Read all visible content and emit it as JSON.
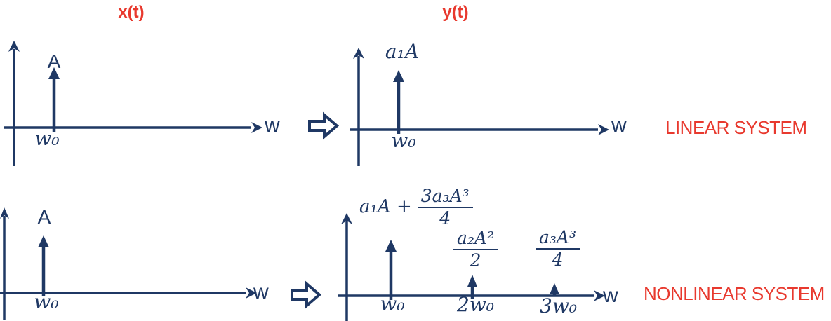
{
  "colors": {
    "navy": "#1F3864",
    "red": "#E8392E",
    "background": "#FFFFFF"
  },
  "icons": {
    "transform_arrow": "right-block-arrow"
  },
  "titles": {
    "input": "x(t)",
    "output": "y(t)"
  },
  "system_labels": {
    "linear": "LINEAR SYSTEM",
    "nonlinear": "NONLINEAR SYSTEM"
  },
  "plots": {
    "input_linear": {
      "axis_label": "w",
      "impulses": [
        {
          "position": "w₀",
          "amplitude": "A"
        }
      ]
    },
    "output_linear": {
      "axis_label": "w",
      "impulses": [
        {
          "position": "w₀",
          "amplitude": "a₁A"
        }
      ]
    },
    "input_nonlinear": {
      "axis_label": "w",
      "impulses": [
        {
          "position": "w₀",
          "amplitude": "A"
        }
      ]
    },
    "output_nonlinear": {
      "axis_label": "w",
      "impulses": [
        {
          "position": "w₀",
          "amplitude_prefix": "a₁A +",
          "amplitude_fraction": {
            "numerator": "3a₃A³",
            "denominator": "4"
          }
        },
        {
          "position": "2w₀",
          "amplitude_fraction": {
            "numerator": "a₂A²",
            "denominator": "2"
          }
        },
        {
          "position": "3w₀",
          "amplitude_fraction": {
            "numerator": "a₃A³",
            "denominator": "4"
          }
        }
      ]
    }
  }
}
